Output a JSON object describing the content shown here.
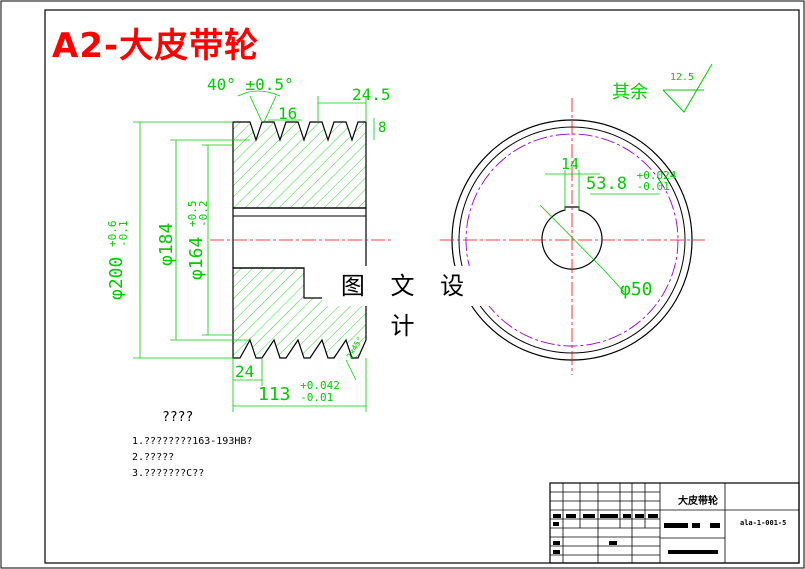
{
  "title": "A2-大皮带轮",
  "watermark": "图 文 设 计",
  "dimensions": {
    "angle": "40° ±0.5°",
    "groove_width": "16",
    "groove_pitch": "24.5",
    "depth_right": "8",
    "outer_dia": "φ200",
    "outer_tol_upper": "+0.6",
    "outer_tol_lower": "-0.1",
    "pitch_dia": "φ184",
    "inner_dia": "φ164",
    "inner_tol_upper": "+0.5",
    "inner_tol_lower": "-0.2",
    "left_offset": "24",
    "total_width": "113",
    "total_tol_upper": "+0.042",
    "total_tol_lower": "-0.01",
    "chamfer": "2×45°",
    "keyway_width": "14",
    "keyway_depth": "53.8",
    "keyway_tol_upper": "+0.024",
    "keyway_tol_lower": "-0.01",
    "bore_dia": "φ50",
    "surface_label": "其余",
    "surface_value": "12.5"
  },
  "notes": {
    "title": "????",
    "items": [
      "1.????????163-193HB?",
      "2.?????",
      "3.???????C??"
    ]
  },
  "title_block": {
    "part_name": "大皮带轮",
    "drawing_no": "ala-1-001-5"
  },
  "colors": {
    "outline": "#000000",
    "dimension": "#00cc00",
    "center": "#ff0000",
    "pitch": "#9900cc",
    "hatch": "#00cc00",
    "title": "#ff0000"
  }
}
